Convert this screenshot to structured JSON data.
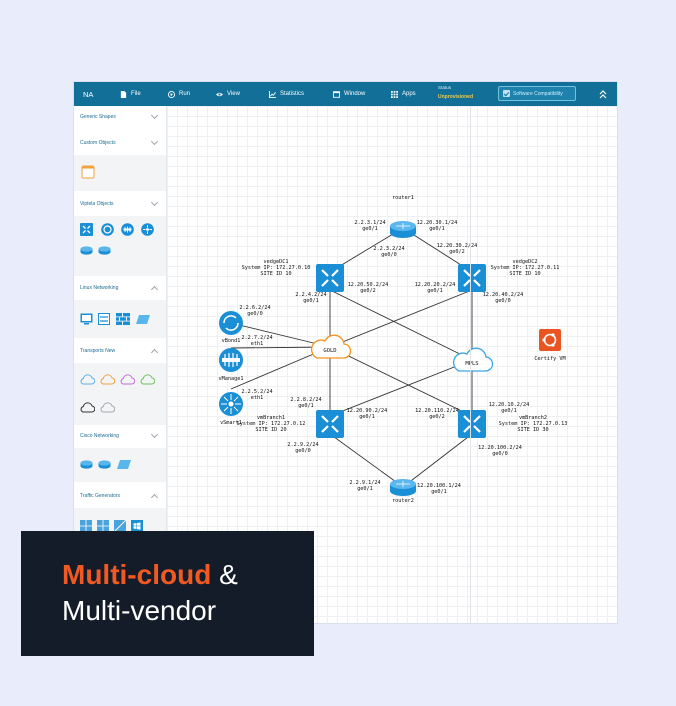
{
  "toolbar": {
    "brand": "NA",
    "file": "File",
    "run": "Run",
    "view": "View",
    "statistics": "Statistics",
    "window": "Window",
    "apps": "Apps",
    "status_label": "Status",
    "status_value": "Unprovisioned",
    "software_compat": "Software Compatibility"
  },
  "sidebar": {
    "sections": [
      {
        "title": "Generic Shapes"
      },
      {
        "title": "Custom Objects"
      },
      {
        "title": "Viptela Objects"
      },
      {
        "title": "Linux Networking"
      },
      {
        "title": "Transports New"
      },
      {
        "title": "Cisco Networking"
      },
      {
        "title": "Traffic Generators"
      }
    ]
  },
  "topology": {
    "router1": {
      "name": "router1",
      "if_left": "2.2.3.1/24",
      "if_left_port": "ge0/1",
      "if_right": "12.20.30.1/24",
      "if_right_port": "ge0/1"
    },
    "router2": {
      "name": "router2",
      "if_left": "2.2.9.1/24",
      "if_left_port": "ge0/1",
      "if_right": "12.20.100.1/24",
      "if_right_port": "ge0/1"
    },
    "vedgeDC1": {
      "name": "vedgeDC1",
      "sysip": "System IP: 172.27.0.10",
      "site": "SITE ID 10",
      "if_top": "2.2.3.2/24",
      "if_top_port": "ge0/0",
      "if_bl": "2.2.4.2/24",
      "if_bl_port": "ge0/1",
      "if_br": "12.20.50.2/24",
      "if_br_port": "ge0/2"
    },
    "vedgeDC2": {
      "name": "vedgeDC2",
      "sysip": "System IP: 172.27.0.11",
      "site": "SITE ID 10",
      "if_top": "12.20.30.2/24",
      "if_top_port": "ge0/2",
      "if_bl": "12.20.20.2/24",
      "if_bl_port": "ge0/1",
      "if_br": "12.20.40.2/24",
      "if_br_port": "ge0/0"
    },
    "vBond": {
      "name": "vBond1",
      "if": "2.2.6.2/24",
      "port": "ge0/0"
    },
    "vManage": {
      "name": "vManage1",
      "if": "2.2.7.2/24",
      "port": "eth1"
    },
    "vSmart": {
      "name": "vSmart1",
      "if": "2.2.5.2/24",
      "port": "eth1"
    },
    "gold": {
      "name": "GOLD"
    },
    "mpls": {
      "name": "MPLS"
    },
    "certify": {
      "name": "Certify VM"
    },
    "vBranch1": {
      "name": "vmBranch1",
      "sysip": "System IP: 172.27.0.12",
      "site": "SITE ID 20",
      "if_tl": "2.2.8.2/24",
      "if_tl_port": "ge0/1",
      "if_tr": "12.20.90.2/24",
      "if_tr_port": "ge0/1",
      "if_bot": "2.2.9.2/24",
      "if_bot_port": "ge0/0"
    },
    "vBranch2": {
      "name": "vmBranch2",
      "sysip": "System IP: 172.27.0.13",
      "site": "SITE ID 30",
      "if_tl": "12.20.110.2/24",
      "if_tl_port": "ge0/2",
      "if_tr": "12.20.10.2/24",
      "if_tr_port": "ge0/1",
      "if_bot": "12.20.100.2/24",
      "if_bot_port": "ge0/0"
    }
  },
  "banner": {
    "highlight": "Multi-cloud",
    "amp": " &",
    "line2": "Multi-vendor"
  },
  "colors": {
    "toolbar": "#126f98",
    "accent": "#1a8fd6",
    "banner_bg": "#141c2a",
    "banner_highlight": "#f05a22",
    "gold_cloud": "#f7931e",
    "mpls_cloud": "#3aa6e6",
    "ubuntu": "#e95420"
  }
}
